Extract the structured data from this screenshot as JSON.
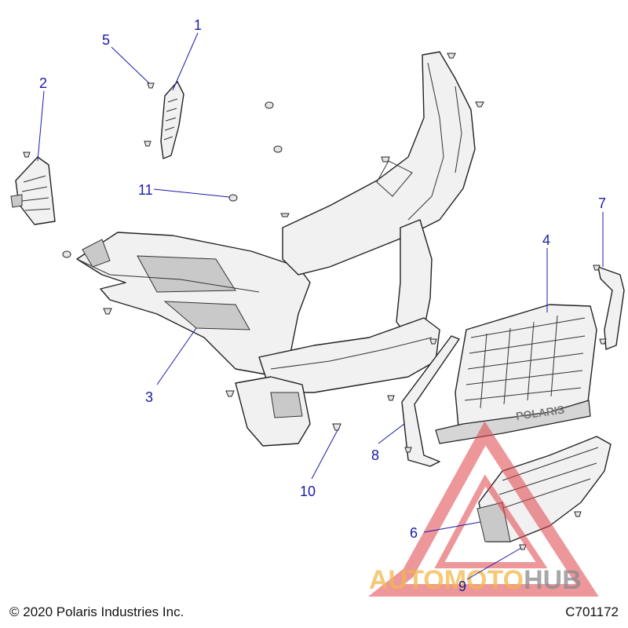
{
  "callouts": [
    {
      "id": "1",
      "label": "1"
    },
    {
      "id": "2",
      "label": "2"
    },
    {
      "id": "3",
      "label": "3"
    },
    {
      "id": "4",
      "label": "4"
    },
    {
      "id": "5",
      "label": "5"
    },
    {
      "id": "6",
      "label": "6"
    },
    {
      "id": "7",
      "label": "7"
    },
    {
      "id": "8",
      "label": "8"
    },
    {
      "id": "9",
      "label": "9"
    },
    {
      "id": "10",
      "label": "10"
    },
    {
      "id": "11",
      "label": "11"
    }
  ],
  "grille_logo": "POLARIS",
  "watermark": {
    "part1": "AUTO",
    "part2": "MOTO",
    "part3": "HUB"
  },
  "footer": {
    "copyright": "© 2020 Polaris Industries Inc.",
    "diagram_code": "C701172"
  },
  "colors": {
    "callout": "#1a1aa8",
    "watermark_orange": "#f2b84b",
    "watermark_red": "#e0434b",
    "watermark_gray": "#8a8a8a"
  }
}
